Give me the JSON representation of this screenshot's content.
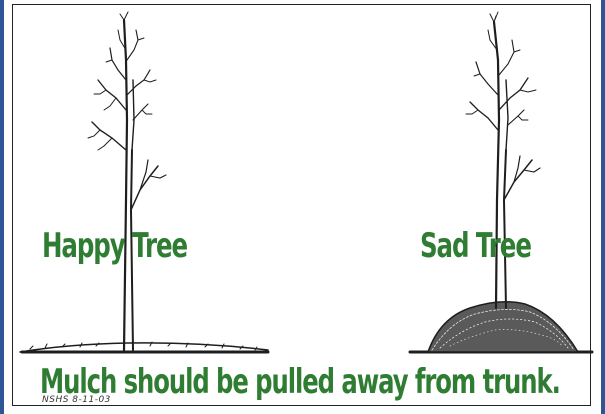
{
  "labels": {
    "left_tree": "Happy Tree",
    "right_tree": "Sad Tree",
    "caption": "Mulch should be pulled away from trunk.",
    "signature": "NSHS 8-11-03"
  },
  "colors": {
    "label_green": "#2e7d32",
    "frame_blue": "#2f5597",
    "ink": "#222222"
  }
}
